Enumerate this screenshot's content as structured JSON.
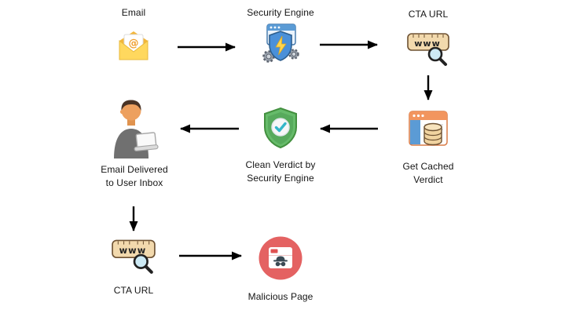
{
  "diagram": {
    "nodes": {
      "email": {
        "label": "Email"
      },
      "security_engine": {
        "label": "Security Engine"
      },
      "cta_url_top": {
        "label": "CTA URL"
      },
      "get_cached_verdict": {
        "label": "Get Cached\nVerdict"
      },
      "clean_verdict": {
        "label": "Clean Verdict by\nSecurity Engine"
      },
      "email_delivered": {
        "label": "Email Delivered\nto User Inbox"
      },
      "cta_url_bottom": {
        "label": "CTA URL"
      },
      "malicious_page": {
        "label": "Malicious Page"
      }
    },
    "icons": {
      "email": "open-envelope-with-at-symbol",
      "email_at": "@",
      "security_engine": "shield-with-lightning-and-gears",
      "cta_url": "address-bar-with-magnifier",
      "cta_url_text": "www",
      "get_cached_verdict": "browser-window-with-database",
      "clean_verdict": "green-shield-with-checkmark",
      "email_delivered": "person-with-laptop",
      "malicious_page": "red-circle-browser-with-spy"
    },
    "colors": {
      "arrow": "#000000",
      "envelope_yellow": "#ffd85e",
      "shield_blue": "#4a90d9",
      "shield_green": "#66bb6a",
      "address_bar_tan": "#f2d9ad",
      "malicious_red": "#e46262",
      "browser_header_orange": "#f2955e",
      "sidebar_blue": "#5b9bd5"
    }
  }
}
